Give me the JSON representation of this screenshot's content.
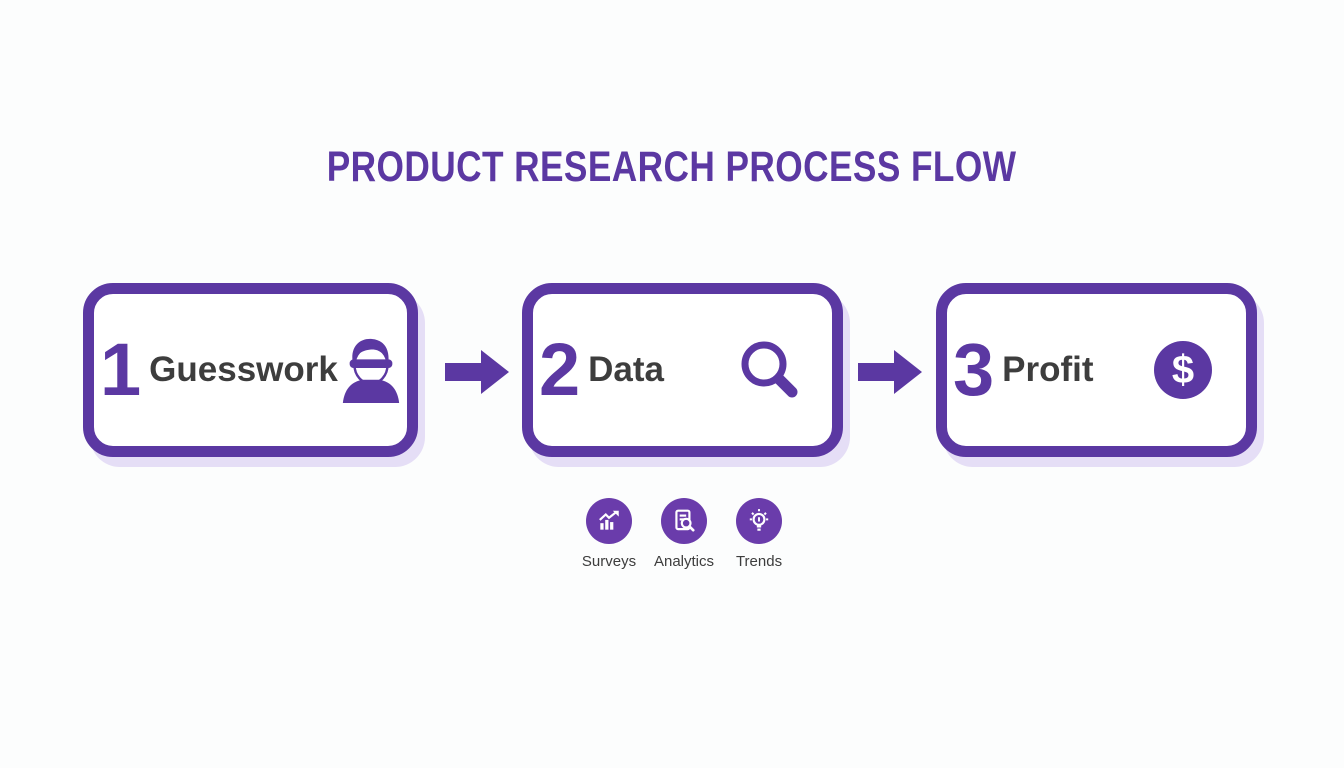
{
  "title": "PRODUCT RESEARCH PROCESS FLOW",
  "colors": {
    "primary": "#5b38a2",
    "accent-circle": "#6a3cab",
    "text-dark": "#3d3d3d",
    "background": "#fcfdfd",
    "box-shadow": "#e5def6"
  },
  "steps": [
    {
      "number": "1",
      "label": "Guesswork",
      "icon": "blindfolded-person-icon"
    },
    {
      "number": "2",
      "label": "Data",
      "icon": "magnifying-glass-icon"
    },
    {
      "number": "3",
      "label": "Profit",
      "icon": "dollar-coin-icon"
    }
  ],
  "methods": [
    {
      "label": "Surveys",
      "icon": "bar-chart-trend-icon"
    },
    {
      "label": "Analytics",
      "icon": "document-search-icon"
    },
    {
      "label": "Trends",
      "icon": "lightbulb-icon"
    }
  ]
}
